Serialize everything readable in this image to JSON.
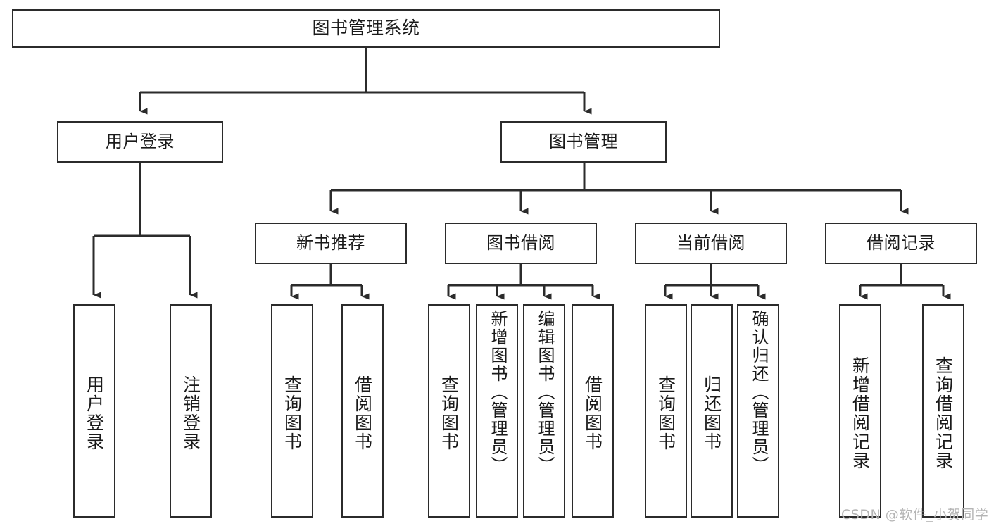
{
  "diagram": {
    "title": "图书管理系统",
    "type": "hierarchy-tree",
    "root": {
      "id": "root",
      "label": "图书管理系统"
    },
    "level2": [
      {
        "id": "user-login",
        "label": "用户登录"
      },
      {
        "id": "book-manage",
        "label": "图书管理"
      }
    ],
    "level3": [
      {
        "id": "new-book-recommend",
        "label": "新书推荐"
      },
      {
        "id": "book-borrow",
        "label": "图书借阅"
      },
      {
        "id": "current-borrow",
        "label": "当前借阅"
      },
      {
        "id": "borrow-record",
        "label": "借阅记录"
      }
    ],
    "leaves": [
      {
        "id": "leaf-user-login",
        "label": "用户登录",
        "parent": "user-login"
      },
      {
        "id": "leaf-logout",
        "label": "注销登录",
        "parent": "user-login"
      },
      {
        "id": "leaf-query-book-1",
        "label": "查询图书",
        "parent": "new-book-recommend"
      },
      {
        "id": "leaf-borrow-book-1",
        "label": "借阅图书",
        "parent": "new-book-recommend"
      },
      {
        "id": "leaf-query-book-2",
        "label": "查询图书",
        "parent": "book-borrow"
      },
      {
        "id": "leaf-add-book",
        "label": "新增图书（管理员）",
        "parent": "book-borrow"
      },
      {
        "id": "leaf-edit-book",
        "label": "编辑图书（管理员）",
        "parent": "book-borrow"
      },
      {
        "id": "leaf-borrow-book-2",
        "label": "借阅图书",
        "parent": "book-borrow"
      },
      {
        "id": "leaf-query-book-3",
        "label": "查询图书",
        "parent": "current-borrow"
      },
      {
        "id": "leaf-return-book",
        "label": "归还图书",
        "parent": "current-borrow"
      },
      {
        "id": "leaf-confirm-return",
        "label": "确认归还（管理员）",
        "parent": "current-borrow"
      },
      {
        "id": "leaf-add-record",
        "label": "新增借阅记录",
        "parent": "borrow-record"
      },
      {
        "id": "leaf-query-record",
        "label": "查询借阅记录",
        "parent": "borrow-record"
      }
    ],
    "watermark": "CSDN @软件_小贺同学",
    "colors": {
      "stroke": "#2b2b2b",
      "background": "#ffffff",
      "text": "#1a1a1a",
      "watermark": "#b5b5b5"
    }
  }
}
